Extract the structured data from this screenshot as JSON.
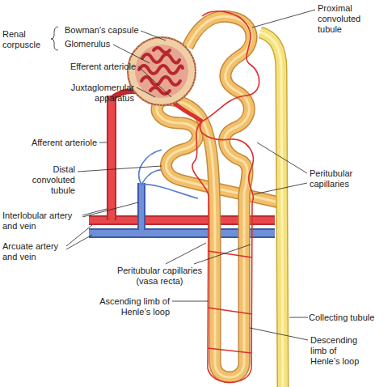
{
  "diagram": {
    "labels": [
      "Renal corpuscle",
      "Bowman’s capsule",
      "Glomerulus",
      "Efferent arteriole",
      "Juxtaglomerular apparatus",
      "Afferent arteriole",
      "Distal convoluted tubule",
      "Interlobular artery and vein",
      "Arcuate artery and vein",
      "Peritubular capillaries (vasa recta)",
      "Ascending limb of Henle’s loop",
      "Proximal convoluted tubule",
      "Peritubular capillaries",
      "Collecting tubule",
      "Descending limb of Henle’s loop"
    ]
  }
}
